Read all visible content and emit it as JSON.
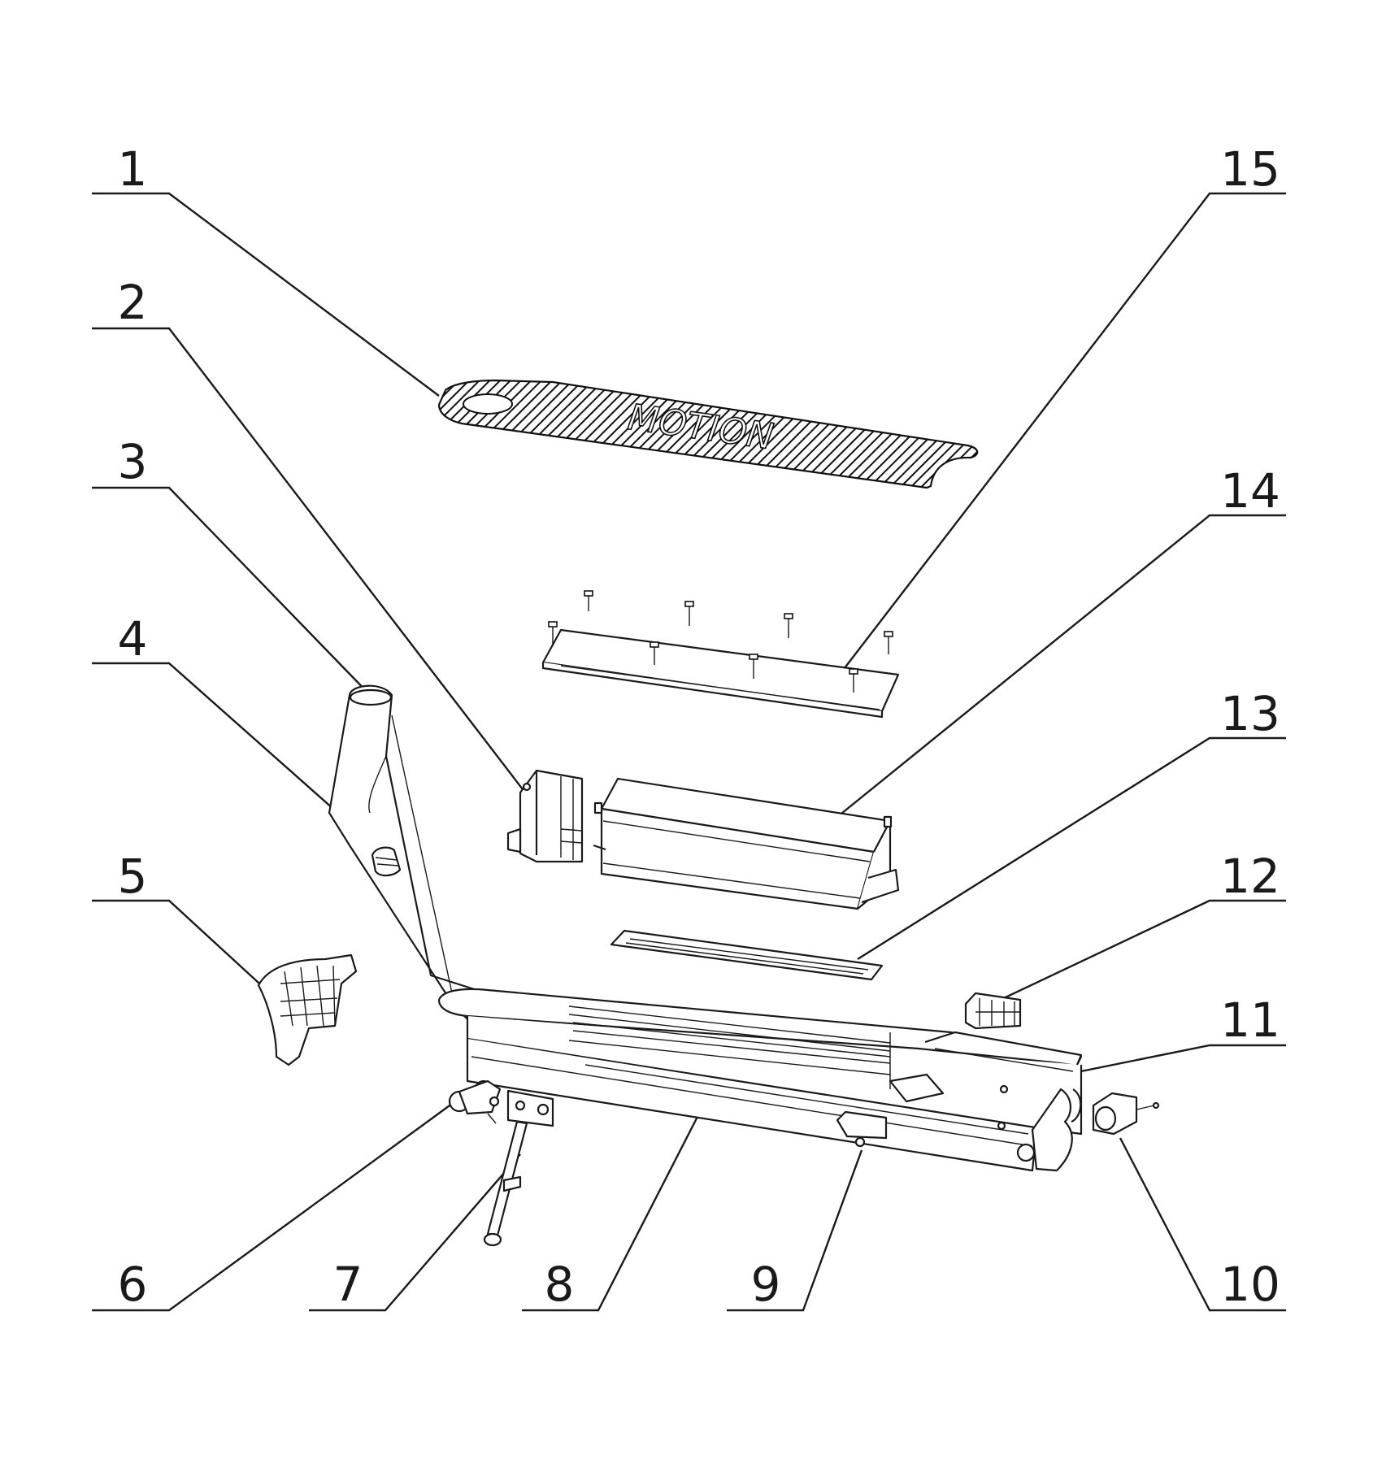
{
  "diagram": {
    "deck_logo_text": "MOTION",
    "callouts": [
      {
        "id": "1",
        "label": "1"
      },
      {
        "id": "2",
        "label": "2"
      },
      {
        "id": "3",
        "label": "3"
      },
      {
        "id": "4",
        "label": "4"
      },
      {
        "id": "5",
        "label": "5"
      },
      {
        "id": "6",
        "label": "6"
      },
      {
        "id": "7",
        "label": "7"
      },
      {
        "id": "8",
        "label": "8"
      },
      {
        "id": "9",
        "label": "9"
      },
      {
        "id": "10",
        "label": "10"
      },
      {
        "id": "11",
        "label": "11"
      },
      {
        "id": "12",
        "label": "12"
      },
      {
        "id": "13",
        "label": "13"
      },
      {
        "id": "14",
        "label": "14"
      },
      {
        "id": "15",
        "label": "15"
      }
    ]
  }
}
